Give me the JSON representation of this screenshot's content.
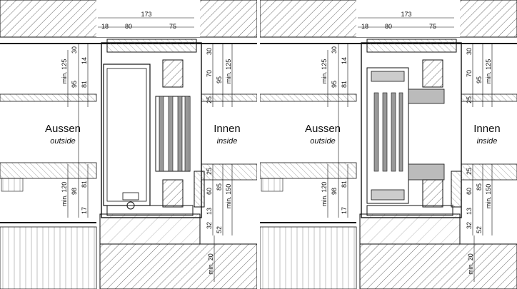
{
  "sections": [
    {
      "id": "left",
      "labels": {
        "outside": "Aussen",
        "outside_en": "outside",
        "inside": "Innen",
        "inside_en": "inside"
      },
      "dims": {
        "total": "173",
        "a": "18",
        "b": "80",
        "c": "75",
        "top_30a": "30",
        "top_30b": "30",
        "top_14": "14",
        "top_95a": "95",
        "top_81": "81",
        "top_min125a": "min. 125",
        "top_70": "70",
        "top_95b": "95",
        "top_min125b": "min. 125",
        "top_25": "25",
        "bot_min120": "min. 120",
        "bot_98": "98",
        "bot_81": "81",
        "bot_17": "17",
        "bot_25": "25",
        "bot_60": "60",
        "bot_85": "85",
        "bot_min150": "min. 150",
        "bot_13": "13",
        "bot_32": "32",
        "bot_52": "52",
        "bot_min20": "min. 20"
      }
    },
    {
      "id": "right",
      "labels": {
        "outside": "Aussen",
        "outside_en": "outside",
        "inside": "Innen",
        "inside_en": "inside"
      },
      "dims": {
        "total": "173",
        "a": "18",
        "b": "80",
        "c": "75",
        "top_30a": "30",
        "top_30b": "30",
        "top_14": "14",
        "top_95a": "95",
        "top_81": "81",
        "top_min125a": "min. 125",
        "top_70": "70",
        "top_95b": "95",
        "top_min125b": "min. 125",
        "top_25": "25",
        "bot_min120": "min. 120",
        "bot_98": "98",
        "bot_81": "81",
        "bot_17": "17",
        "bot_25": "25",
        "bot_60": "60",
        "bot_85": "85",
        "bot_min150": "min. 150",
        "bot_13": "13",
        "bot_32": "32",
        "bot_52": "52",
        "bot_min20": "min. 20"
      }
    }
  ]
}
